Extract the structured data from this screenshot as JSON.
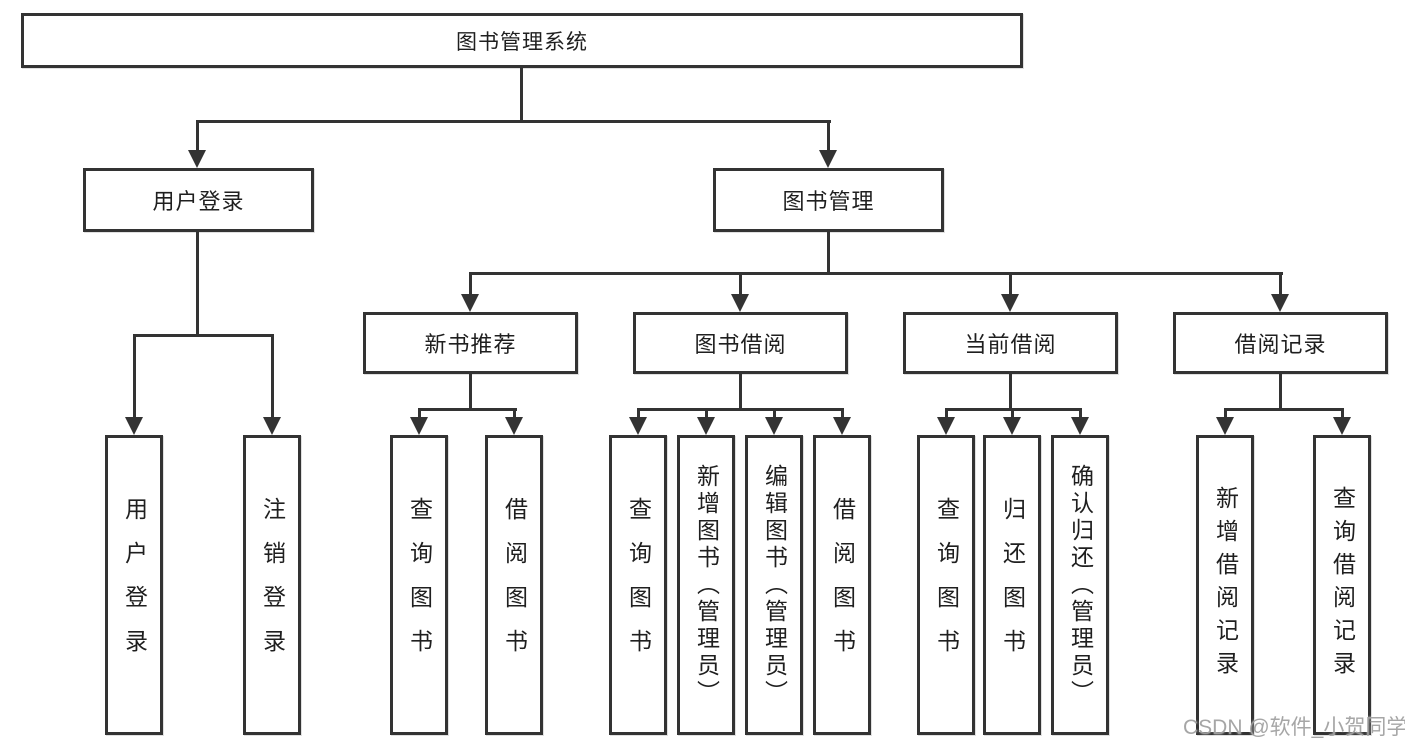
{
  "title": "图书管理系统",
  "level2": {
    "user_login": "用户登录",
    "book_mgmt": "图书管理"
  },
  "level3": {
    "new_book": "新书推荐",
    "book_borrow": "图书借阅",
    "current_borrow": "当前借阅",
    "borrow_records": "借阅记录"
  },
  "leaves": {
    "user_login": [
      "用户登录",
      "注销登录"
    ],
    "new_book": [
      "查询图书",
      "借阅图书"
    ],
    "book_borrow": [
      "查询图书",
      "新增图书（管理员）",
      "编辑图书（管理员）",
      "借阅图书"
    ],
    "current_borrow": [
      "查询图书",
      "归还图书",
      "确认归还（管理员）"
    ],
    "borrow_records": [
      "新增借阅记录",
      "查询借阅记录"
    ]
  },
  "watermark": "CSDN @软件_小贺同学",
  "colors": {
    "line": "#333333",
    "text": "#1f1f1f",
    "watermark": "#9e9e9e",
    "background": "#ffffff"
  }
}
